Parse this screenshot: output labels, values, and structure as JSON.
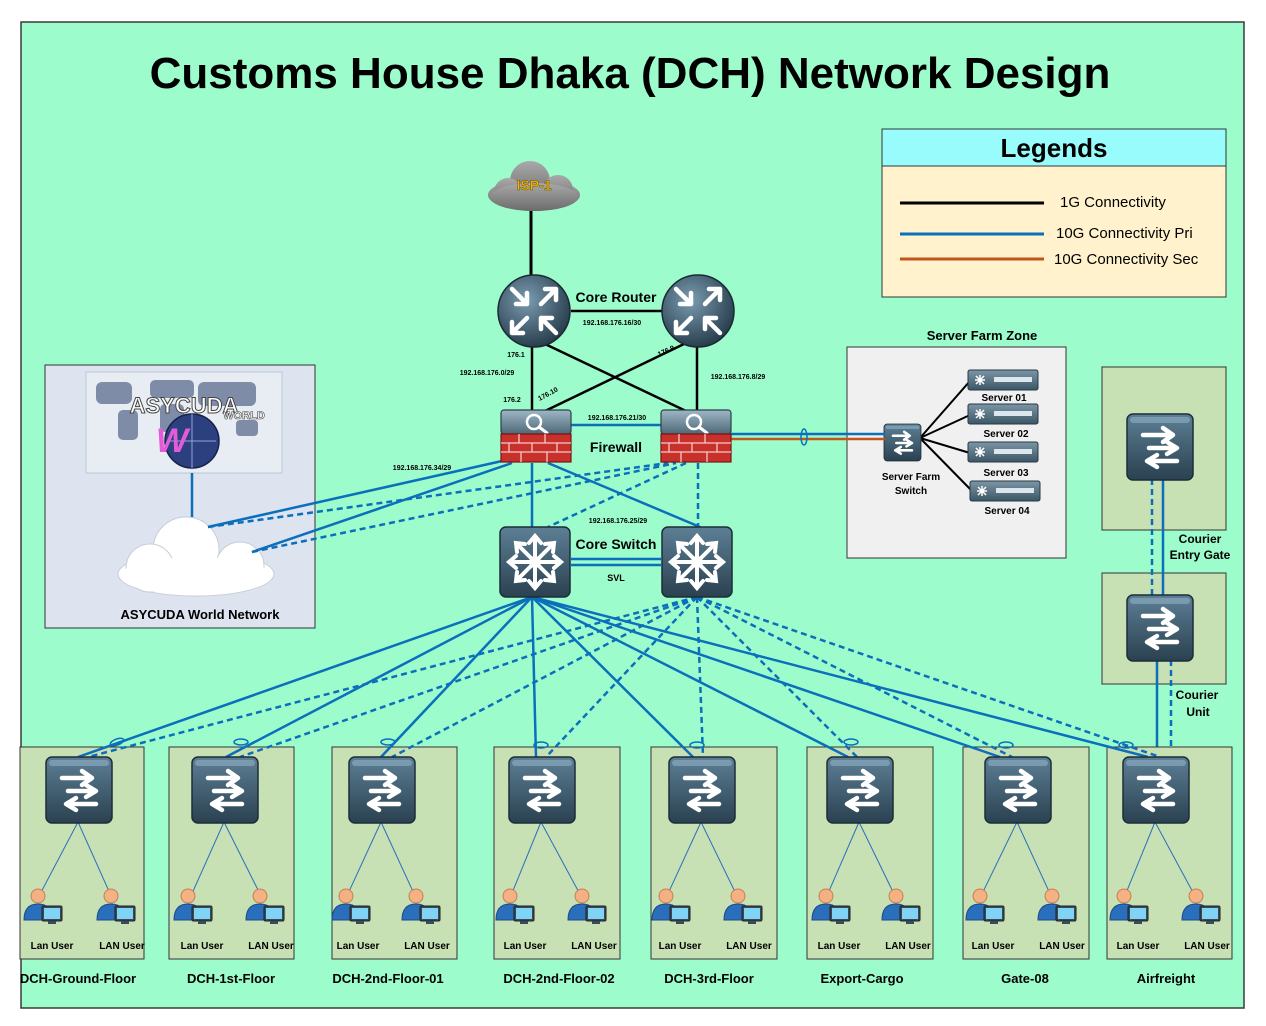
{
  "title": "Customs House Dhaka (DCH) Network Design",
  "colors": {
    "background": "#9dfccc",
    "link_1g": "#000000",
    "link_10g_pri": "#0b6fbb",
    "link_10g_sec": "#c0561c",
    "zone_fill": "#c7e1b5",
    "legend_header": "#98fcfc",
    "legend_body": "#fff2cc"
  },
  "legend": {
    "title": "Legends",
    "items": [
      {
        "label": "1G Connectivity",
        "color": "#000000"
      },
      {
        "label": "10G Connectivity Pri",
        "color": "#0b6fbb"
      },
      {
        "label": "10G Connectivity Sec",
        "color": "#c0561c"
      }
    ]
  },
  "isp": {
    "label": "ISP-1"
  },
  "core_router": {
    "label": "Core Router",
    "subnet": "192.168.176.16/30"
  },
  "firewall": {
    "label": "Firewall",
    "subnet": "192.168.176.21/30"
  },
  "core_switch": {
    "label": "Core Switch",
    "subnet": "192.168.176.25/29",
    "svl": "SVL"
  },
  "ip_labels": {
    "left_subnet": "192.168.176.0/29",
    "right_subnet": "192.168.176.8/29",
    "r1_port": "176.1",
    "r2_port": "176.9",
    "fw1_port": "176.2",
    "fw1_cross": "176.10",
    "asycuda_subnet": "192.168.176.34/29"
  },
  "asycuda": {
    "label": "ASYCUDA World Network",
    "logo_text": "ASYCUDA",
    "logo_sub": "WORLD"
  },
  "server_farm": {
    "zone_label": "Server Farm Zone",
    "switch_label_1": "Server Farm",
    "switch_label_2": "Switch",
    "servers": [
      "Server 01",
      "Server 02",
      "Server 03",
      "Server 04"
    ]
  },
  "courier": {
    "entry_gate_1": "Courier",
    "entry_gate_2": "Entry Gate",
    "unit_1": "Courier",
    "unit_2": "Unit"
  },
  "access_zones": [
    {
      "name": "DCH-Ground-Floor",
      "user_left": "Lan User",
      "user_right": "LAN User"
    },
    {
      "name": "DCH-1st-Floor",
      "user_left": "Lan User",
      "user_right": "LAN User"
    },
    {
      "name": "DCH-2nd-Floor-01",
      "user_left": "Lan User",
      "user_right": "LAN User"
    },
    {
      "name": "DCH-2nd-Floor-02",
      "user_left": "Lan User",
      "user_right": "LAN User"
    },
    {
      "name": "DCH-3rd-Floor",
      "user_left": "Lan User",
      "user_right": "LAN User"
    },
    {
      "name": "Export-Cargo",
      "user_left": "Lan User",
      "user_right": "LAN User"
    },
    {
      "name": "Gate-08",
      "user_left": "Lan User",
      "user_right": "LAN User"
    },
    {
      "name": "Airfreight",
      "user_left": "Lan User",
      "user_right": "LAN User"
    }
  ]
}
